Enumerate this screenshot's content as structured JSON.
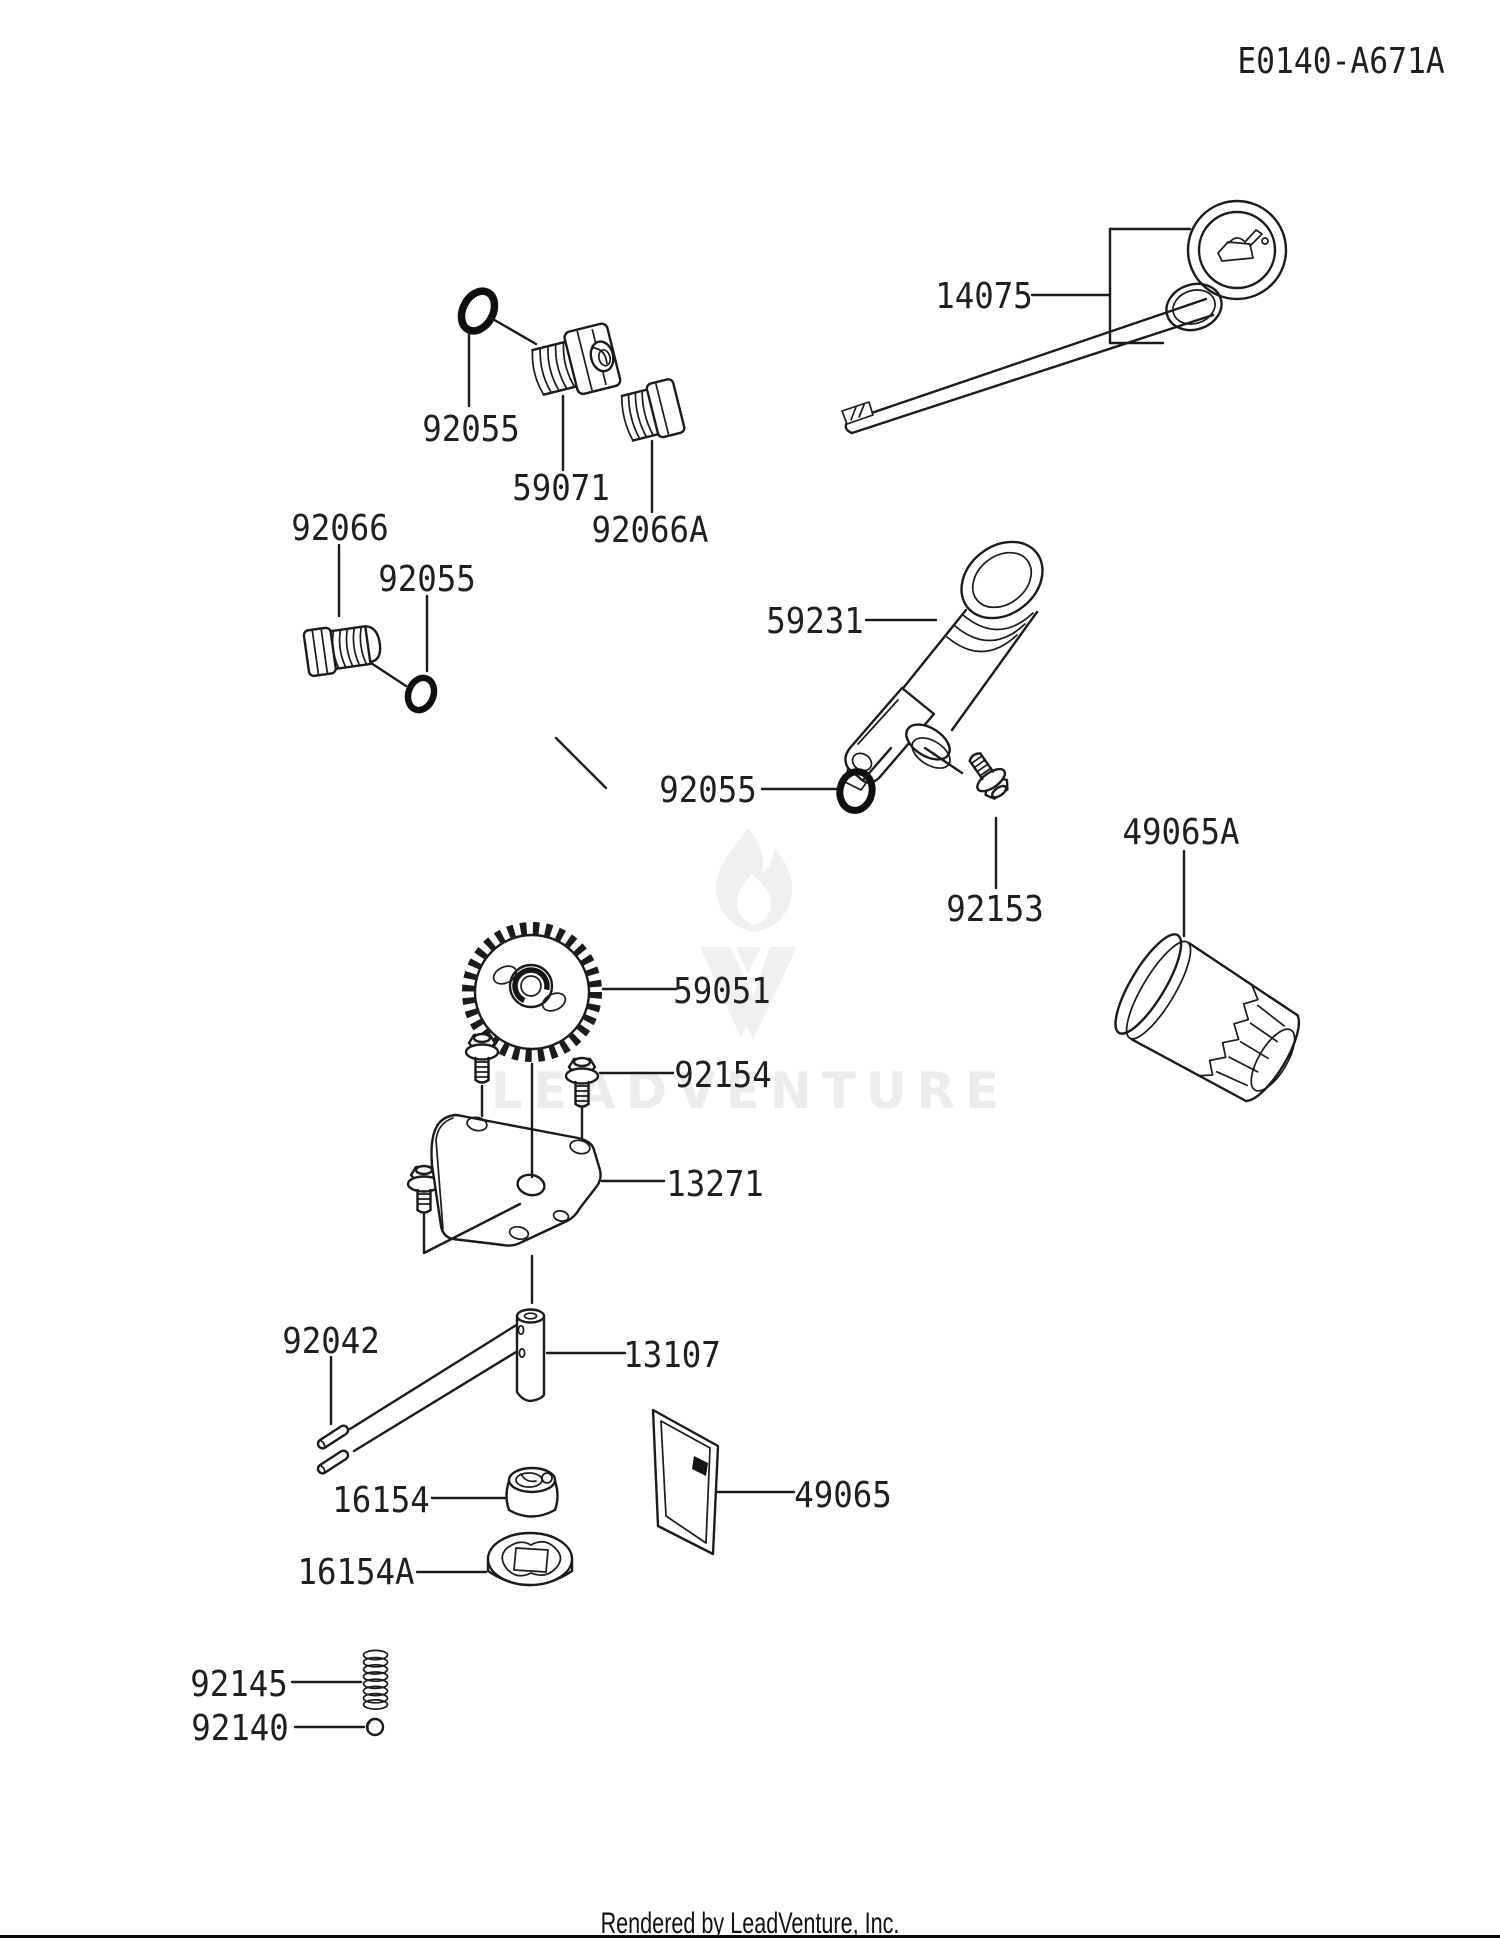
{
  "header": {
    "diagram_code": "E0140-A671A"
  },
  "watermark": {
    "text": "LEADVENTURE"
  },
  "footer": {
    "credit": "Rendered by LeadVenture, Inc."
  },
  "diagram": {
    "type": "exploded-parts-diagram",
    "part_labels": [
      {
        "number": "14075"
      },
      {
        "number": "92055"
      },
      {
        "number": "59071"
      },
      {
        "number": "92066"
      },
      {
        "number": "92055"
      },
      {
        "number": "92066A"
      },
      {
        "number": "59231"
      },
      {
        "number": "92055"
      },
      {
        "number": "49065A"
      },
      {
        "number": "92153"
      },
      {
        "number": "59051"
      },
      {
        "number": "92154"
      },
      {
        "number": "13271"
      },
      {
        "number": "92042"
      },
      {
        "number": "13107"
      },
      {
        "number": "16154"
      },
      {
        "number": "49065"
      },
      {
        "number": "16154A"
      },
      {
        "number": "92145"
      },
      {
        "number": "92140"
      }
    ]
  }
}
